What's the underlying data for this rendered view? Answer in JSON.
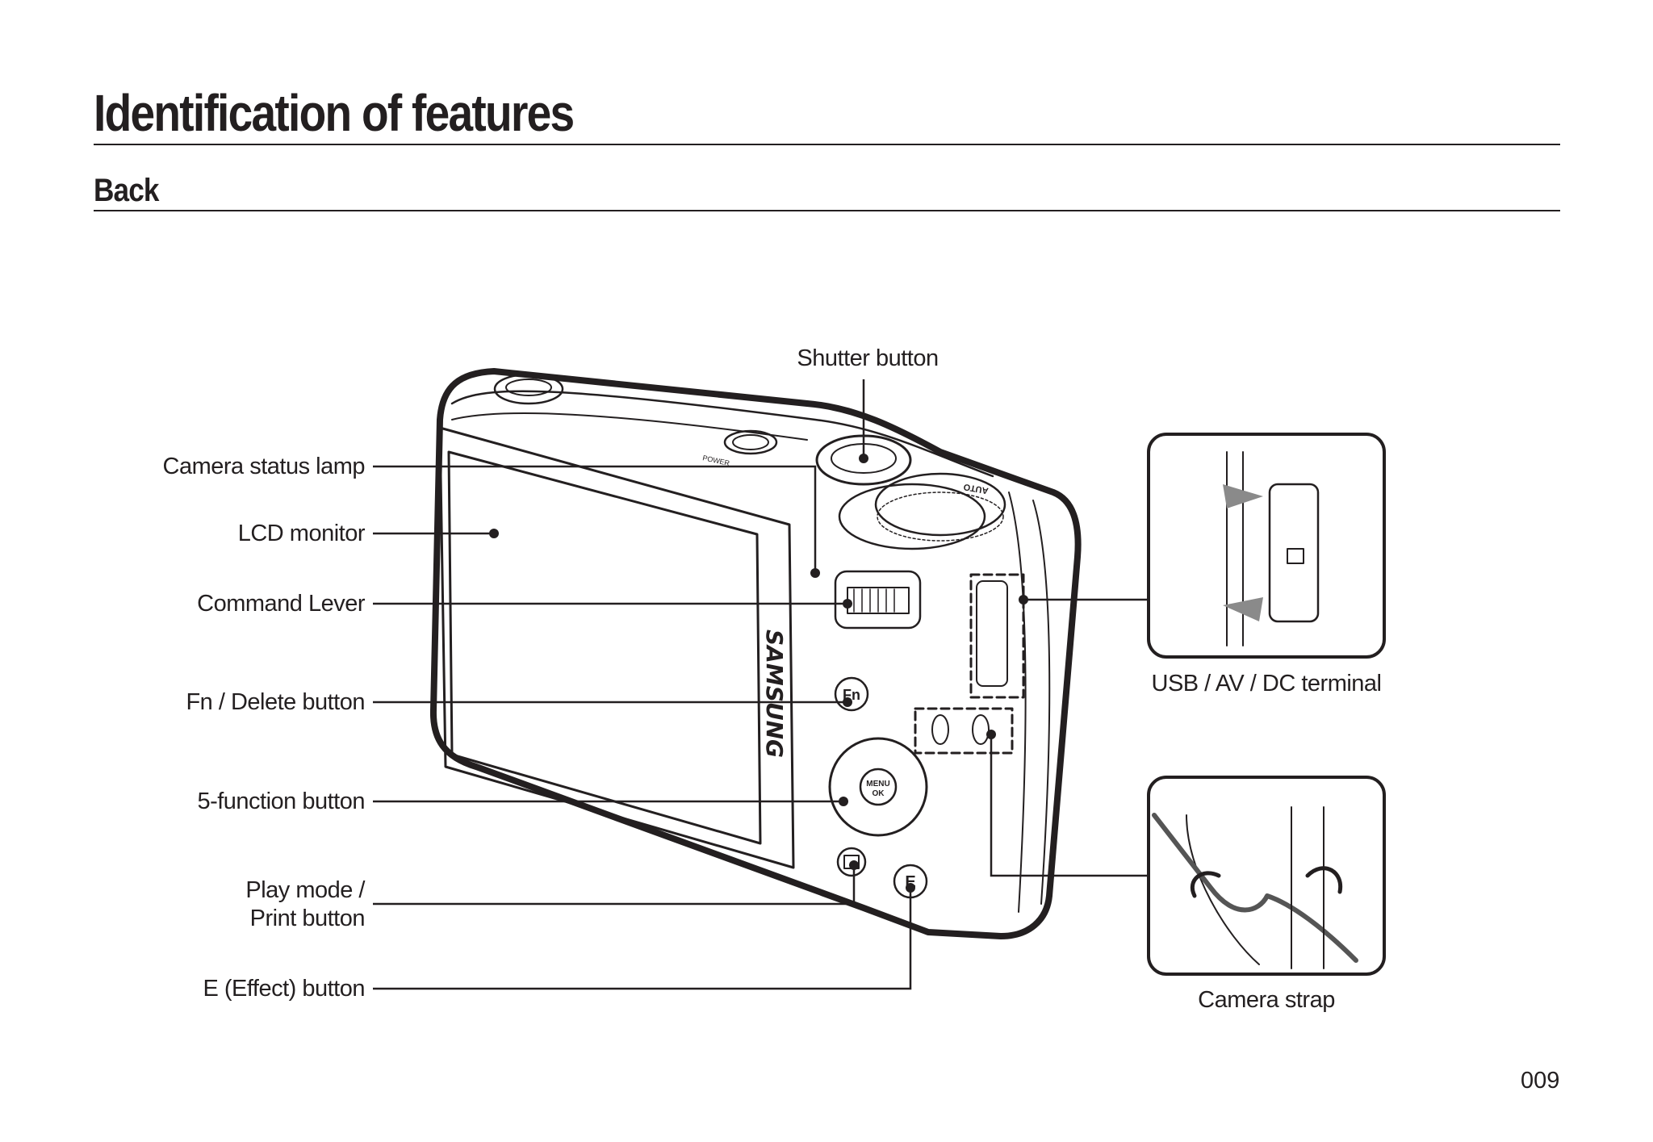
{
  "page": {
    "title": "Identification of features",
    "section": "Back",
    "page_number": "009"
  },
  "labels": {
    "shutter_button": "Shutter button",
    "camera_status_lamp": "Camera status lamp",
    "lcd_monitor": "LCD monitor",
    "command_lever": "Command Lever",
    "fn_delete_button": "Fn / Delete button",
    "five_function_button": "5-function button",
    "play_mode_line1": "Play mode /",
    "play_mode_line2": "Print button",
    "effect_button": "E (Effect) button",
    "usb_terminal": "USB / AV / DC terminal",
    "camera_strap": "Camera strap"
  },
  "camera_markings": {
    "brand": "SAMSUNG",
    "power": "POWER",
    "menu": "MENU",
    "ok": "OK",
    "fn": "Fn",
    "e": "E",
    "auto": "AUTO"
  }
}
